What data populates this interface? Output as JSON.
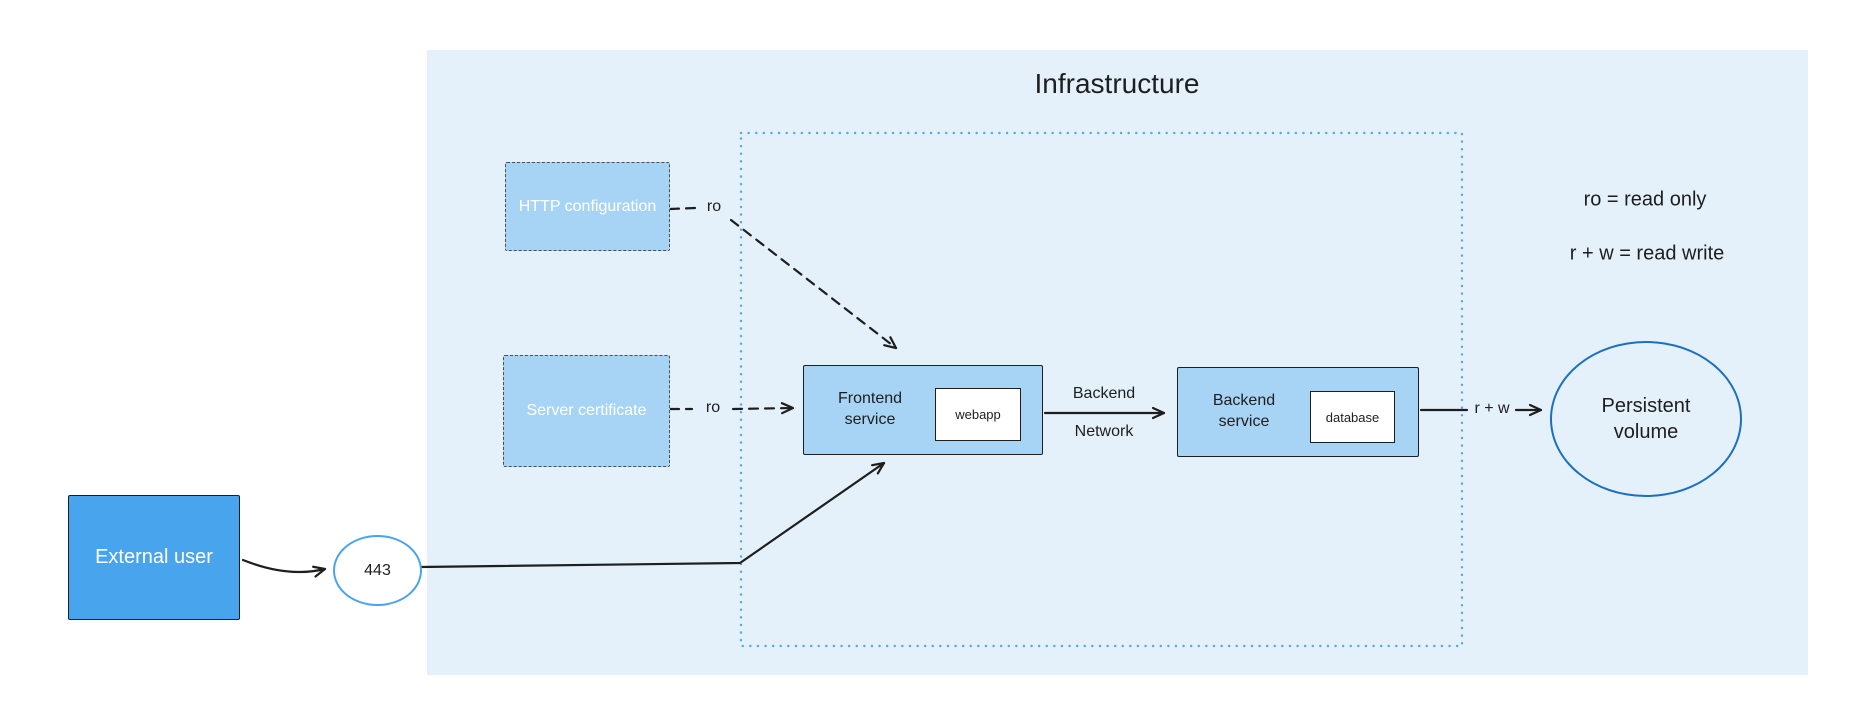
{
  "title": "Infrastructure",
  "legend": {
    "ro": "ro = read only",
    "rw": "r + w = read write"
  },
  "nodes": {
    "external_user": "External user",
    "port": "443",
    "http_config": "HTTP configuration",
    "server_cert": "Server certificate",
    "frontend_service": "Frontend service",
    "webapp": "webapp",
    "backend_service": "Backend service",
    "database": "database",
    "persistent_volume": "Persistent volume"
  },
  "edge_labels": {
    "http_ro": "ro",
    "cert_ro": "ro",
    "backend_net_line1": "Backend",
    "backend_net_line2": "Network",
    "rw": "r + w"
  },
  "colors": {
    "canvas_bg": "#ffffff",
    "infra_bg": "#e4f1fb",
    "node_fill": "#a7d4f4",
    "accent_blue": "#48a4ec",
    "dotted_border": "#53a8e8",
    "volume_stroke": "#1c6fbe",
    "stroke_dark": "#1e1e1e",
    "text_dark": "#1e1e1e",
    "text_light": "#ffffff"
  }
}
